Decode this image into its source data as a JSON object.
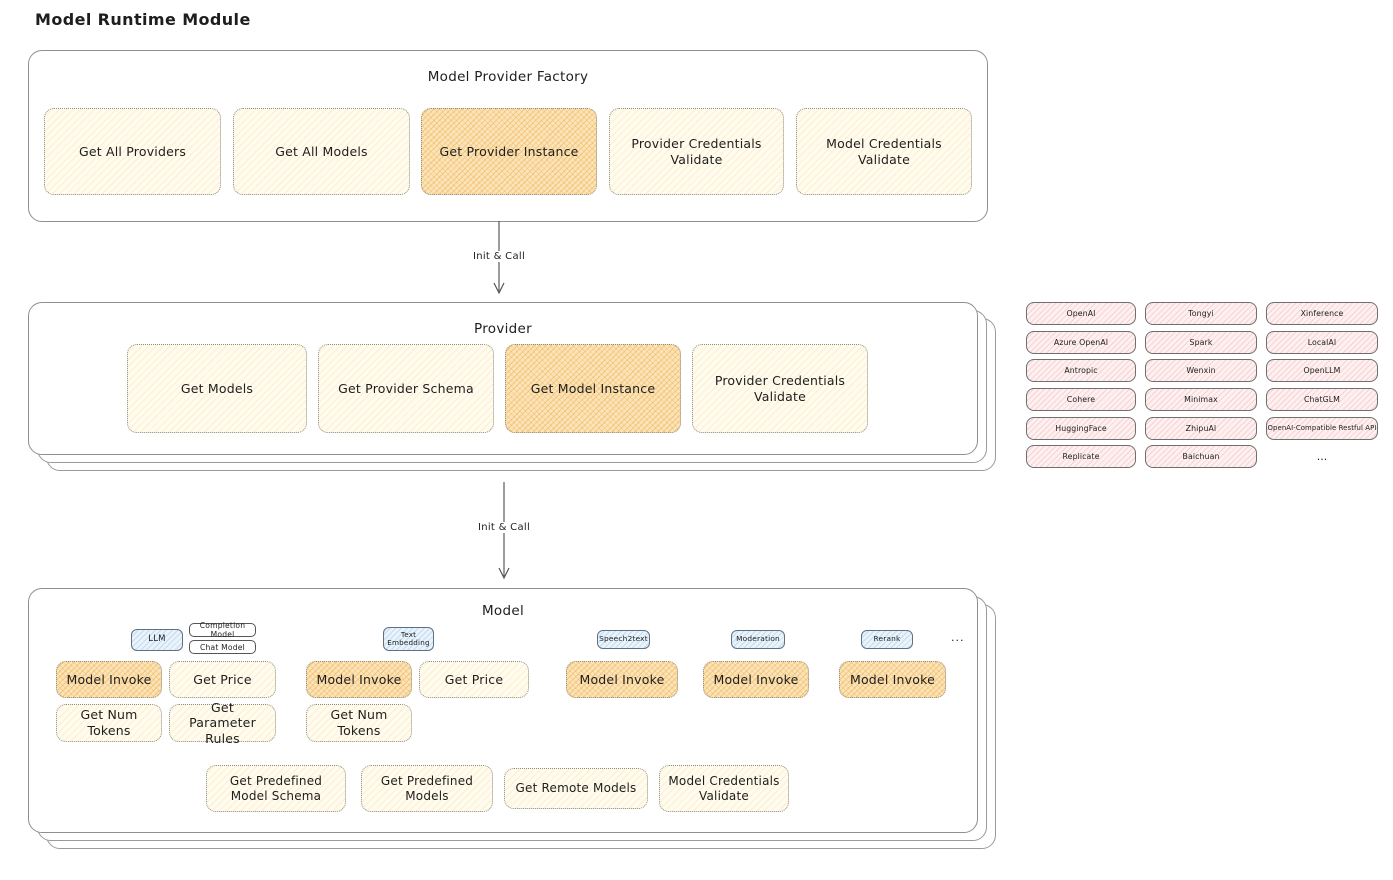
{
  "page_title": "Model Runtime Module",
  "arrows": {
    "arrow1_label": "Init & Call",
    "arrow2_label": "Init & Call"
  },
  "factory": {
    "title": "Model Provider Factory",
    "buttons": [
      {
        "label": "Get All Providers"
      },
      {
        "label": "Get All Models"
      },
      {
        "label": "Get Provider Instance"
      },
      {
        "label": "Provider Credentials Validate"
      },
      {
        "label": "Model Credentials Validate"
      }
    ]
  },
  "provider": {
    "title": "Provider",
    "buttons": [
      {
        "label": "Get Models"
      },
      {
        "label": "Get Provider Schema"
      },
      {
        "label": "Get Model Instance"
      },
      {
        "label": "Provider Credentials Validate"
      }
    ]
  },
  "providers_grid": {
    "col1": [
      "OpenAI",
      "Azure OpenAI",
      "Antropic",
      "Cohere",
      "HuggingFace",
      "Replicate"
    ],
    "col2": [
      "Tongyi",
      "Spark",
      "Wenxin",
      "Minimax",
      "ZhipuAI",
      "Baichuan"
    ],
    "col3": [
      "Xinference",
      "LocalAI",
      "OpenLLM",
      "ChatGLM",
      "OpenAI-Compatible Restful API"
    ],
    "more": "..."
  },
  "model": {
    "title": "Model",
    "tabs": {
      "llm": "LLM",
      "completion_model": "Completion Model",
      "chat_model": "Chat Model",
      "text_embedding": "Text Embedding",
      "speech2text": "Speech2text",
      "moderation": "Moderation",
      "rerank": "Rerank",
      "more": "..."
    },
    "llm": {
      "invoke": "Model Invoke",
      "price": "Get Price",
      "tokens": "Get Num Tokens",
      "rules": "Get Parameter Rules"
    },
    "text_embedding": {
      "invoke": "Model Invoke",
      "price": "Get Price",
      "tokens": "Get Num Tokens"
    },
    "speech2text": {
      "invoke": "Model Invoke"
    },
    "moderation": {
      "invoke": "Model Invoke"
    },
    "rerank": {
      "invoke": "Model Invoke"
    },
    "bottom": [
      {
        "label": "Get Predefined Model Schema"
      },
      {
        "label": "Get Predefined Models"
      },
      {
        "label": "Get Remote Models"
      },
      {
        "label": "Model Credentials Validate"
      }
    ]
  }
}
